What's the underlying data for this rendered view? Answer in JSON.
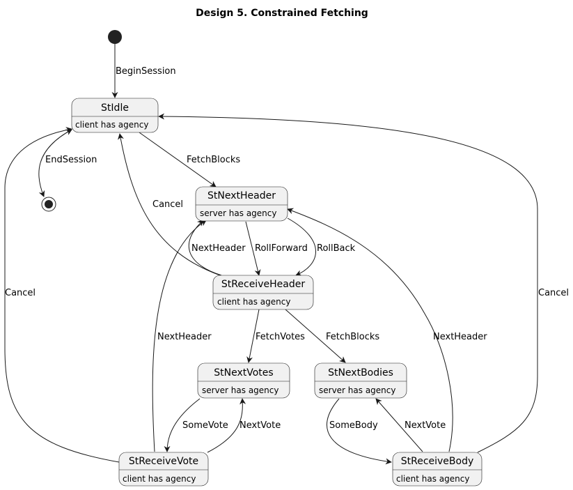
{
  "title": "Design 5. Constrained Fetching",
  "states": {
    "idle": {
      "name": "StIdle",
      "desc": "client has agency"
    },
    "next_header": {
      "name": "StNextHeader",
      "desc": "server has agency"
    },
    "receive_header": {
      "name": "StReceiveHeader",
      "desc": "client has agency"
    },
    "next_votes": {
      "name": "StNextVotes",
      "desc": "server has agency"
    },
    "next_bodies": {
      "name": "StNextBodies",
      "desc": "server has agency"
    },
    "receive_vote": {
      "name": "StReceiveVote",
      "desc": "client has agency"
    },
    "receive_body": {
      "name": "StReceiveBody",
      "desc": "client has agency"
    }
  },
  "transitions": {
    "begin_session": "BeginSession",
    "end_session": "EndSession",
    "fetch_blocks_idle": "FetchBlocks",
    "cancel_header": "Cancel",
    "cancel_vote": "Cancel",
    "cancel_body": "Cancel",
    "next_header_loop": "NextHeader",
    "roll_forward": "RollForward",
    "roll_back": "RollBack",
    "next_header_vote": "NextHeader",
    "next_header_body": "NextHeader",
    "fetch_votes": "FetchVotes",
    "fetch_blocks_header": "FetchBlocks",
    "some_vote": "SomeVote",
    "next_vote_votes": "NextVote",
    "some_body": "SomeBody",
    "next_vote_bodies": "NextVote"
  }
}
